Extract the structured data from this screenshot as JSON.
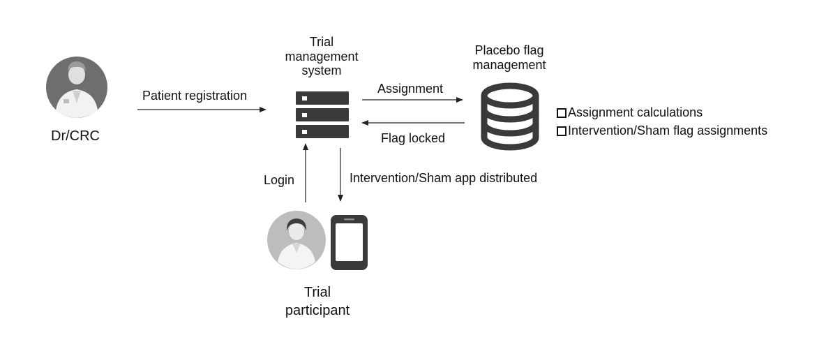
{
  "actors": {
    "doctor": {
      "label": "Dr/CRC",
      "icon": "doctor-avatar-icon"
    },
    "participant": {
      "label_line1": "Trial",
      "label_line2": "participant",
      "icon": "participant-avatar-icon"
    }
  },
  "systems": {
    "trial_management": {
      "line1": "Trial",
      "line2": "management",
      "line3": "system",
      "icon": "server-icon"
    },
    "placebo_flag": {
      "line1": "Placebo flag",
      "line2": "management",
      "icon": "database-icon"
    }
  },
  "arrows": {
    "patient_registration": "Patient registration",
    "assignment": "Assignment",
    "flag_locked": "Flag locked",
    "login": "Login",
    "app_distributed": "Intervention/Sham app distributed"
  },
  "checklist": [
    {
      "label": "Assignment calculations"
    },
    {
      "label": "Intervention/Sham flag assignments"
    }
  ],
  "device": {
    "icon": "smartphone-icon"
  }
}
